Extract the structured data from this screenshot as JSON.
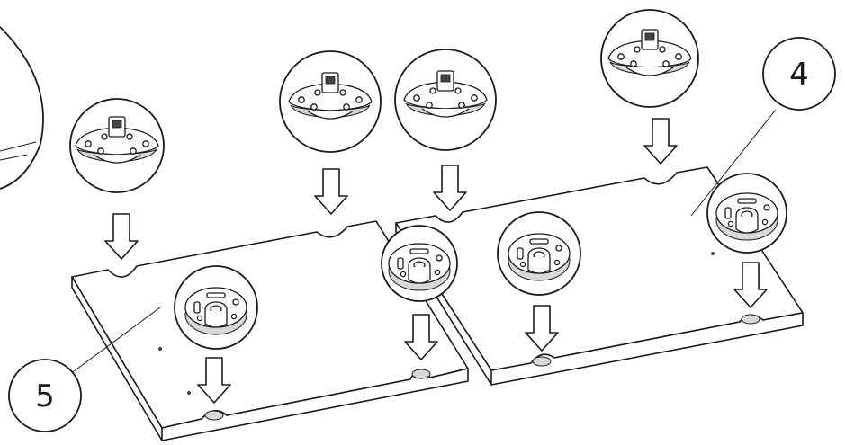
{
  "callouts": [
    {
      "id": "callout-4",
      "label": "4"
    },
    {
      "id": "callout-5",
      "label": "5"
    }
  ]
}
